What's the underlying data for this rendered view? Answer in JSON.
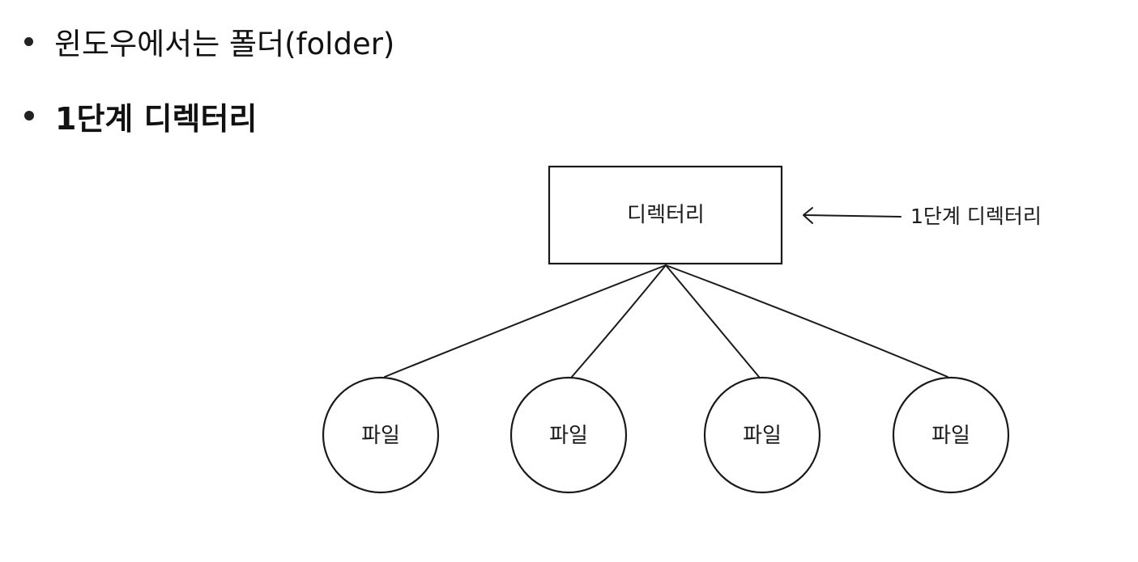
{
  "bullets": [
    {
      "text": "윈도우에서는 폴더(folder)"
    },
    {
      "text": "1단계 디렉터리"
    }
  ],
  "diagram": {
    "root": {
      "label": "디렉터리"
    },
    "annotation": {
      "label": "1단계 디렉터리"
    },
    "files": [
      {
        "label": "파일"
      },
      {
        "label": "파일"
      },
      {
        "label": "파일"
      },
      {
        "label": "파일"
      }
    ]
  }
}
